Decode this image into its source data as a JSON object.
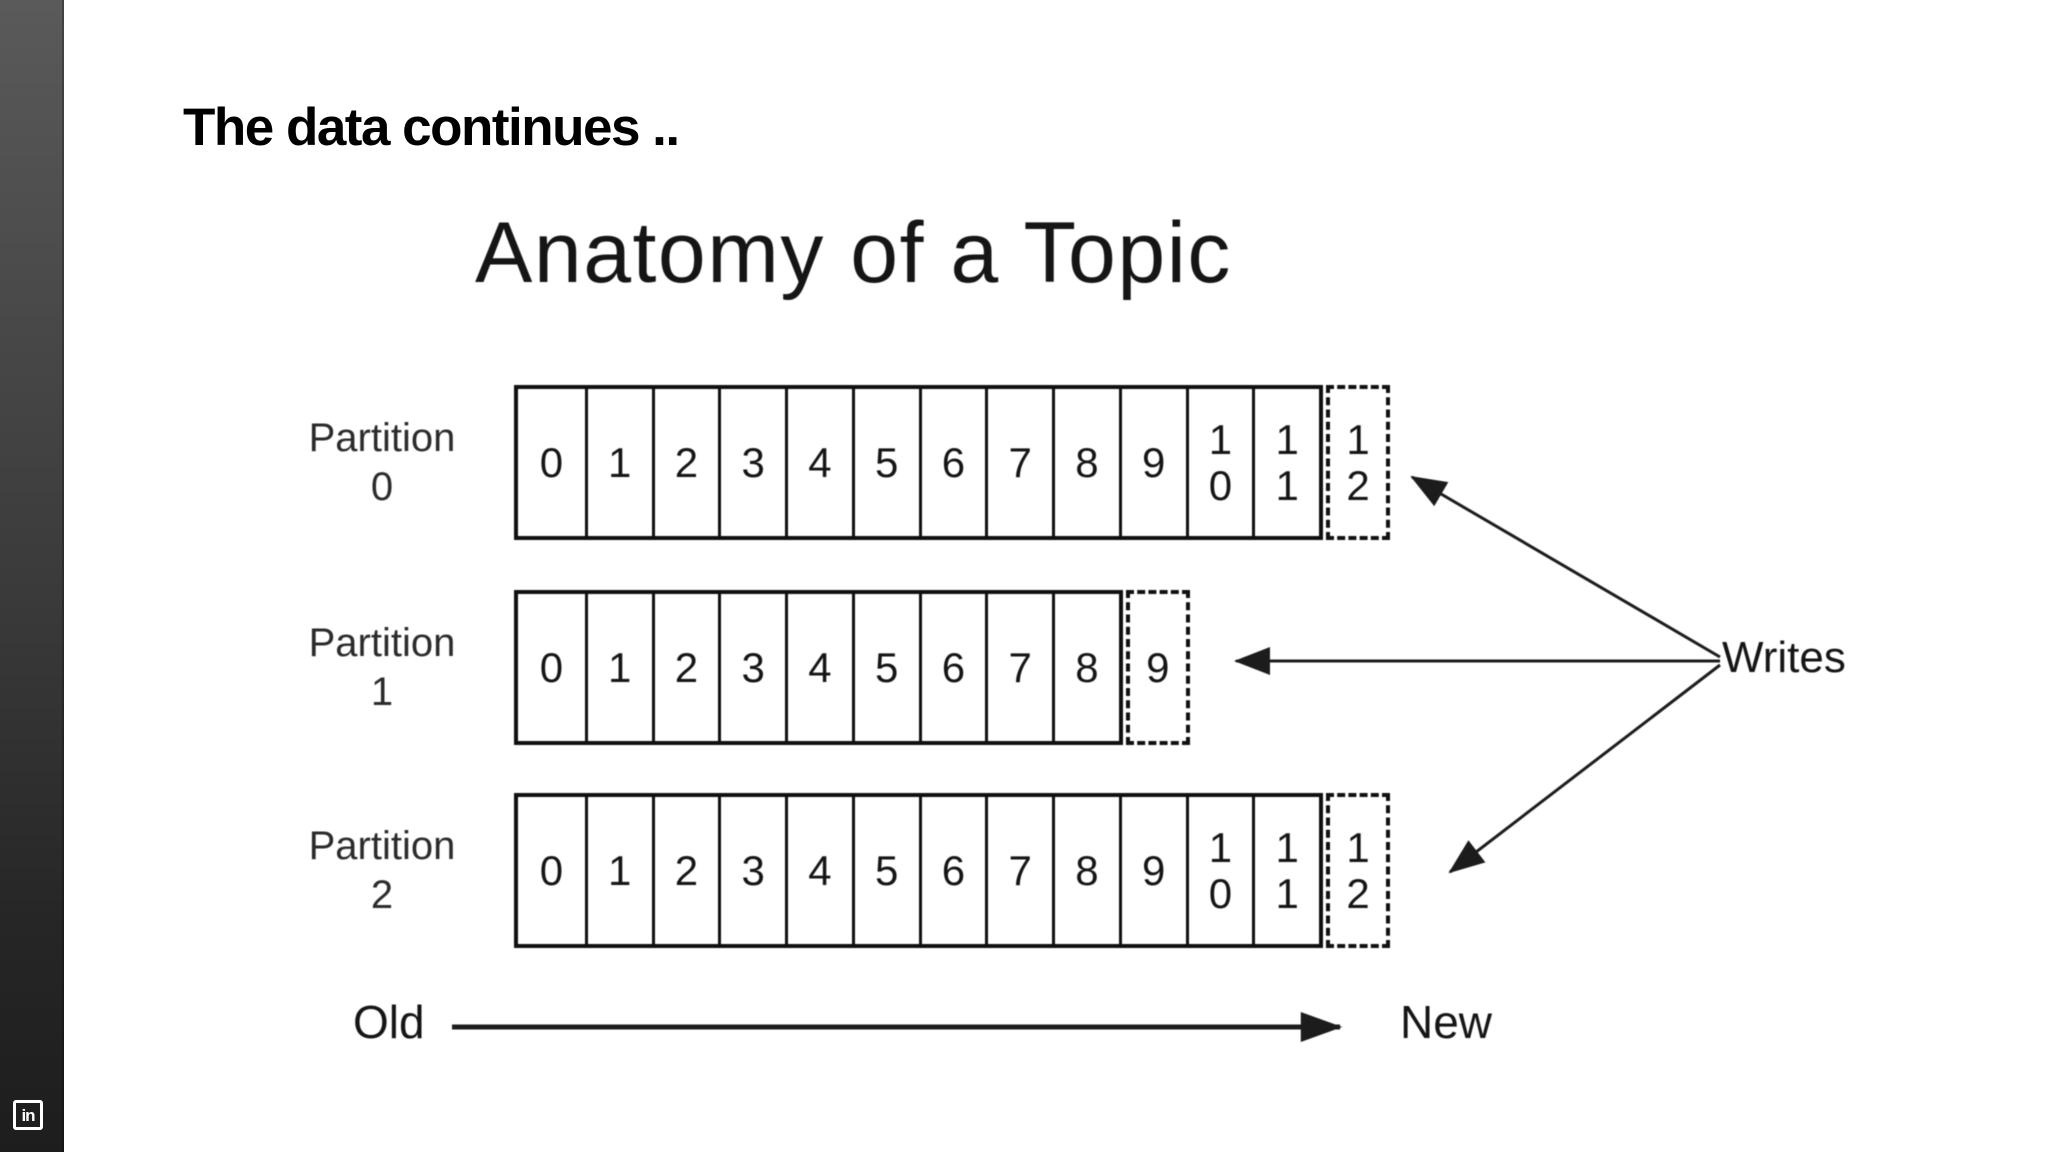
{
  "sidebar": {
    "linkedin_badge": "in"
  },
  "slide_title": "The data continues ..",
  "diagram": {
    "heading": "Anatomy of a Topic",
    "partitions": [
      {
        "label": [
          "Partition",
          "0"
        ],
        "cells": [
          "0",
          "1",
          "2",
          "3",
          "4",
          "5",
          "6",
          "7",
          "8",
          "9",
          "10",
          "11"
        ],
        "dashed_cell": "12"
      },
      {
        "label": [
          "Partition",
          "1"
        ],
        "cells": [
          "0",
          "1",
          "2",
          "3",
          "4",
          "5",
          "6",
          "7",
          "8"
        ],
        "dashed_cell": "9"
      },
      {
        "label": [
          "Partition",
          "2"
        ],
        "cells": [
          "0",
          "1",
          "2",
          "3",
          "4",
          "5",
          "6",
          "7",
          "8",
          "9",
          "10",
          "11"
        ],
        "dashed_cell": "12"
      }
    ],
    "writes_label": "Writes",
    "old_label": "Old",
    "new_label": "New",
    "colors": {
      "ink": "#101010",
      "background": "#ffffff",
      "sidebar_top": "#5a5a5a",
      "sidebar_bottom": "#1d1d1d"
    }
  }
}
